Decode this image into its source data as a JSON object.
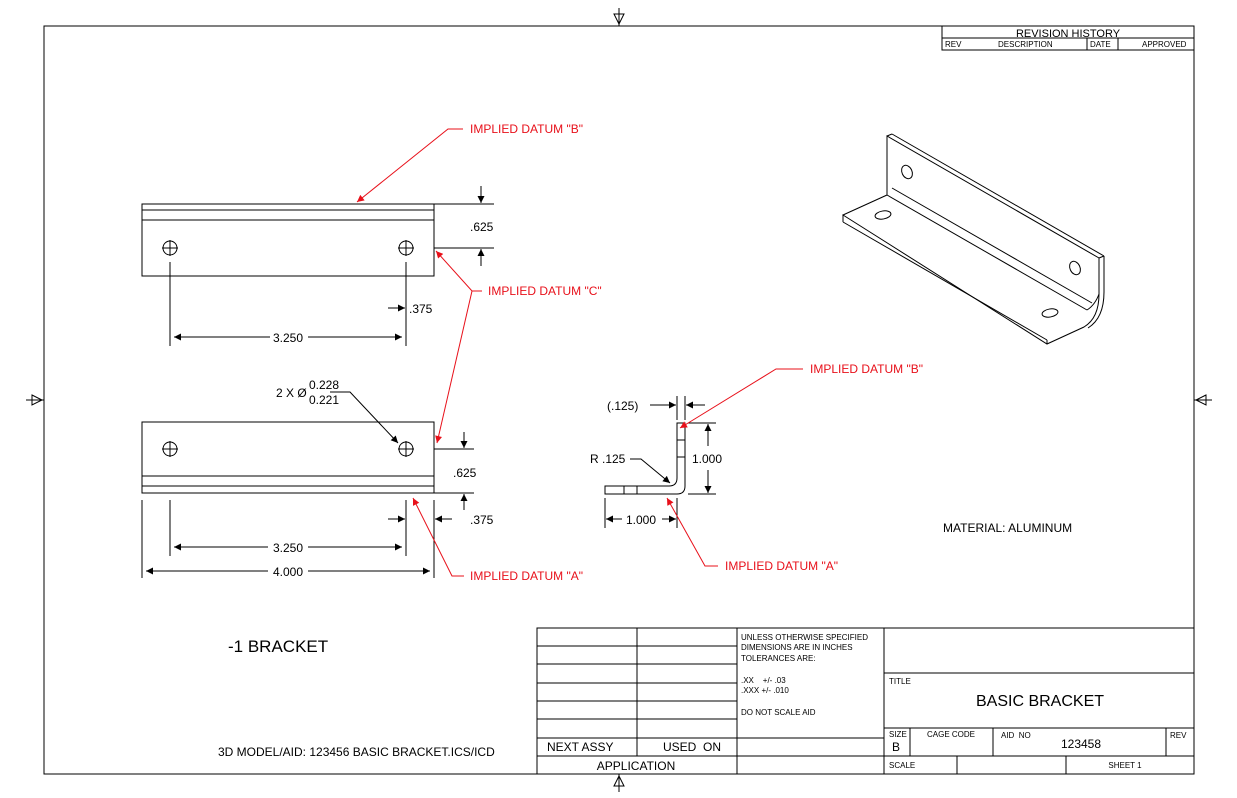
{
  "colors": {
    "line": "#000000",
    "annotation": "#e8101a",
    "background": "#ffffff"
  },
  "revision_block": {
    "title": "REVISION HISTORY",
    "col_rev": "REV",
    "col_description": "DESCRIPTION",
    "col_date": "DATE",
    "col_approved": "APPROVED"
  },
  "annotations": {
    "datum_b_top": "IMPLIED DATUM \"B\"",
    "datum_c": "IMPLIED DATUM \"C\"",
    "datum_a_left": "IMPLIED DATUM \"A\"",
    "datum_b_right": "IMPLIED DATUM \"B\"",
    "datum_a_right": "IMPLIED DATUM \"A\""
  },
  "dimensions": {
    "top_height": ".625",
    "top_375": ".375",
    "top_3250": "3.250",
    "hole_prefix": "2 X Ø",
    "hole_max": "0.228",
    "hole_min": "0.221",
    "bottom_height": ".625",
    "bottom_375": ".375",
    "bottom_3250": "3.250",
    "bottom_4000": "4.000",
    "thickness": "(.125)",
    "radius": "R .125",
    "leg_height": "1.000",
    "leg_width": "1.000"
  },
  "notes": {
    "material": "MATERIAL: ALUMINUM",
    "part_label": "-1 BRACKET",
    "model_ref": "3D MODEL/AID: 123456 BASIC BRACKET.ICS/ICD"
  },
  "title_block": {
    "tol_line1": "UNLESS OTHERWISE SPECIFIED",
    "tol_line2": "DIMENSIONS ARE IN INCHES",
    "tol_line3": "TOLERANCES ARE:",
    "tol_xx": ".XX    +/- .03",
    "tol_xxx": ".XXX +/- .010",
    "no_scale": "DO NOT SCALE AID",
    "next_assy": "NEXT ASSY",
    "used_on": "USED  ON",
    "application": "APPLICATION",
    "title_label": "TITLE",
    "title_value": "BASIC BRACKET",
    "size_label": "SIZE",
    "size_value": "B",
    "cage_label": "CAGE CODE",
    "aid_label": "AID  NO",
    "aid_value": "123458",
    "rev_label": "REV",
    "scale_label": "SCALE",
    "sheet_label": "SHEET 1"
  }
}
